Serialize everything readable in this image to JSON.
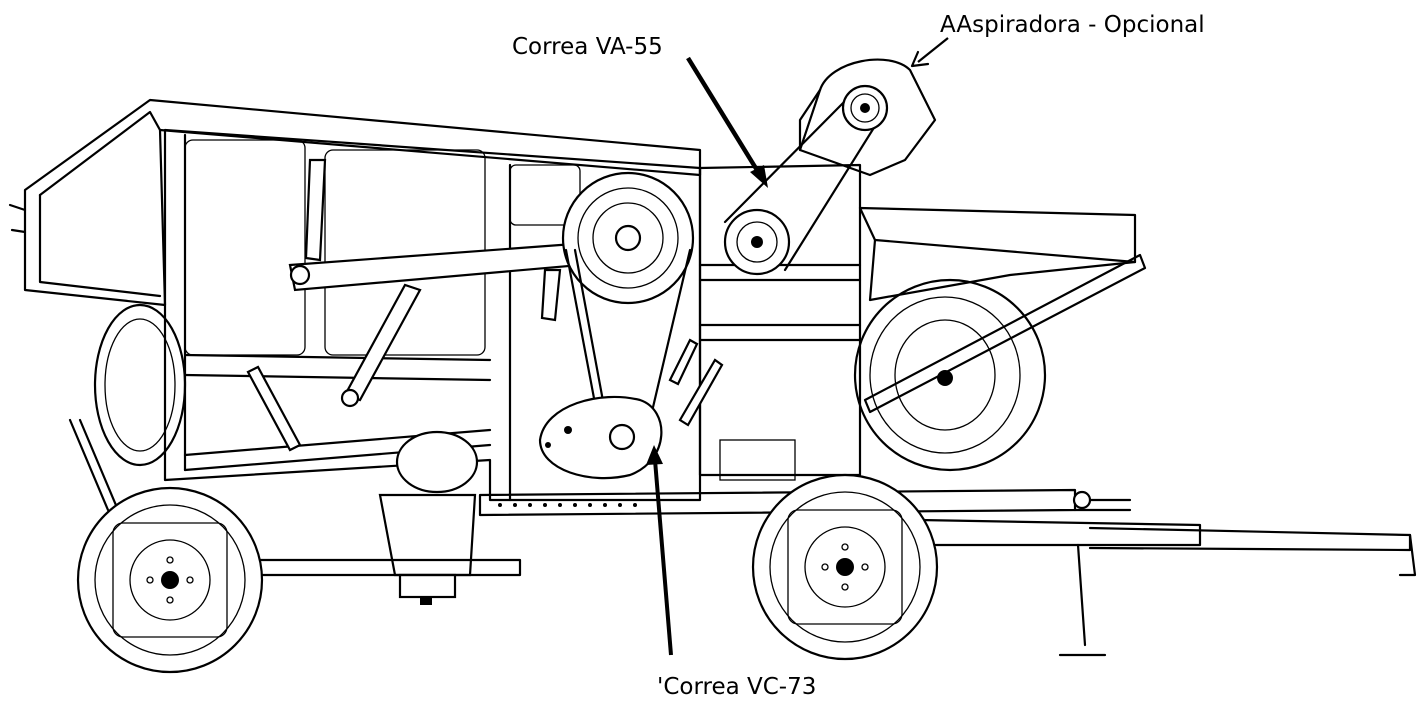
{
  "labels": {
    "correa_va55": "Correa VA-55",
    "aspiradora": "AAspiradora - Opcional",
    "correa_vc73": "'Correa VC-73"
  },
  "colors": {
    "line": "#000000",
    "background": "#ffffff"
  }
}
